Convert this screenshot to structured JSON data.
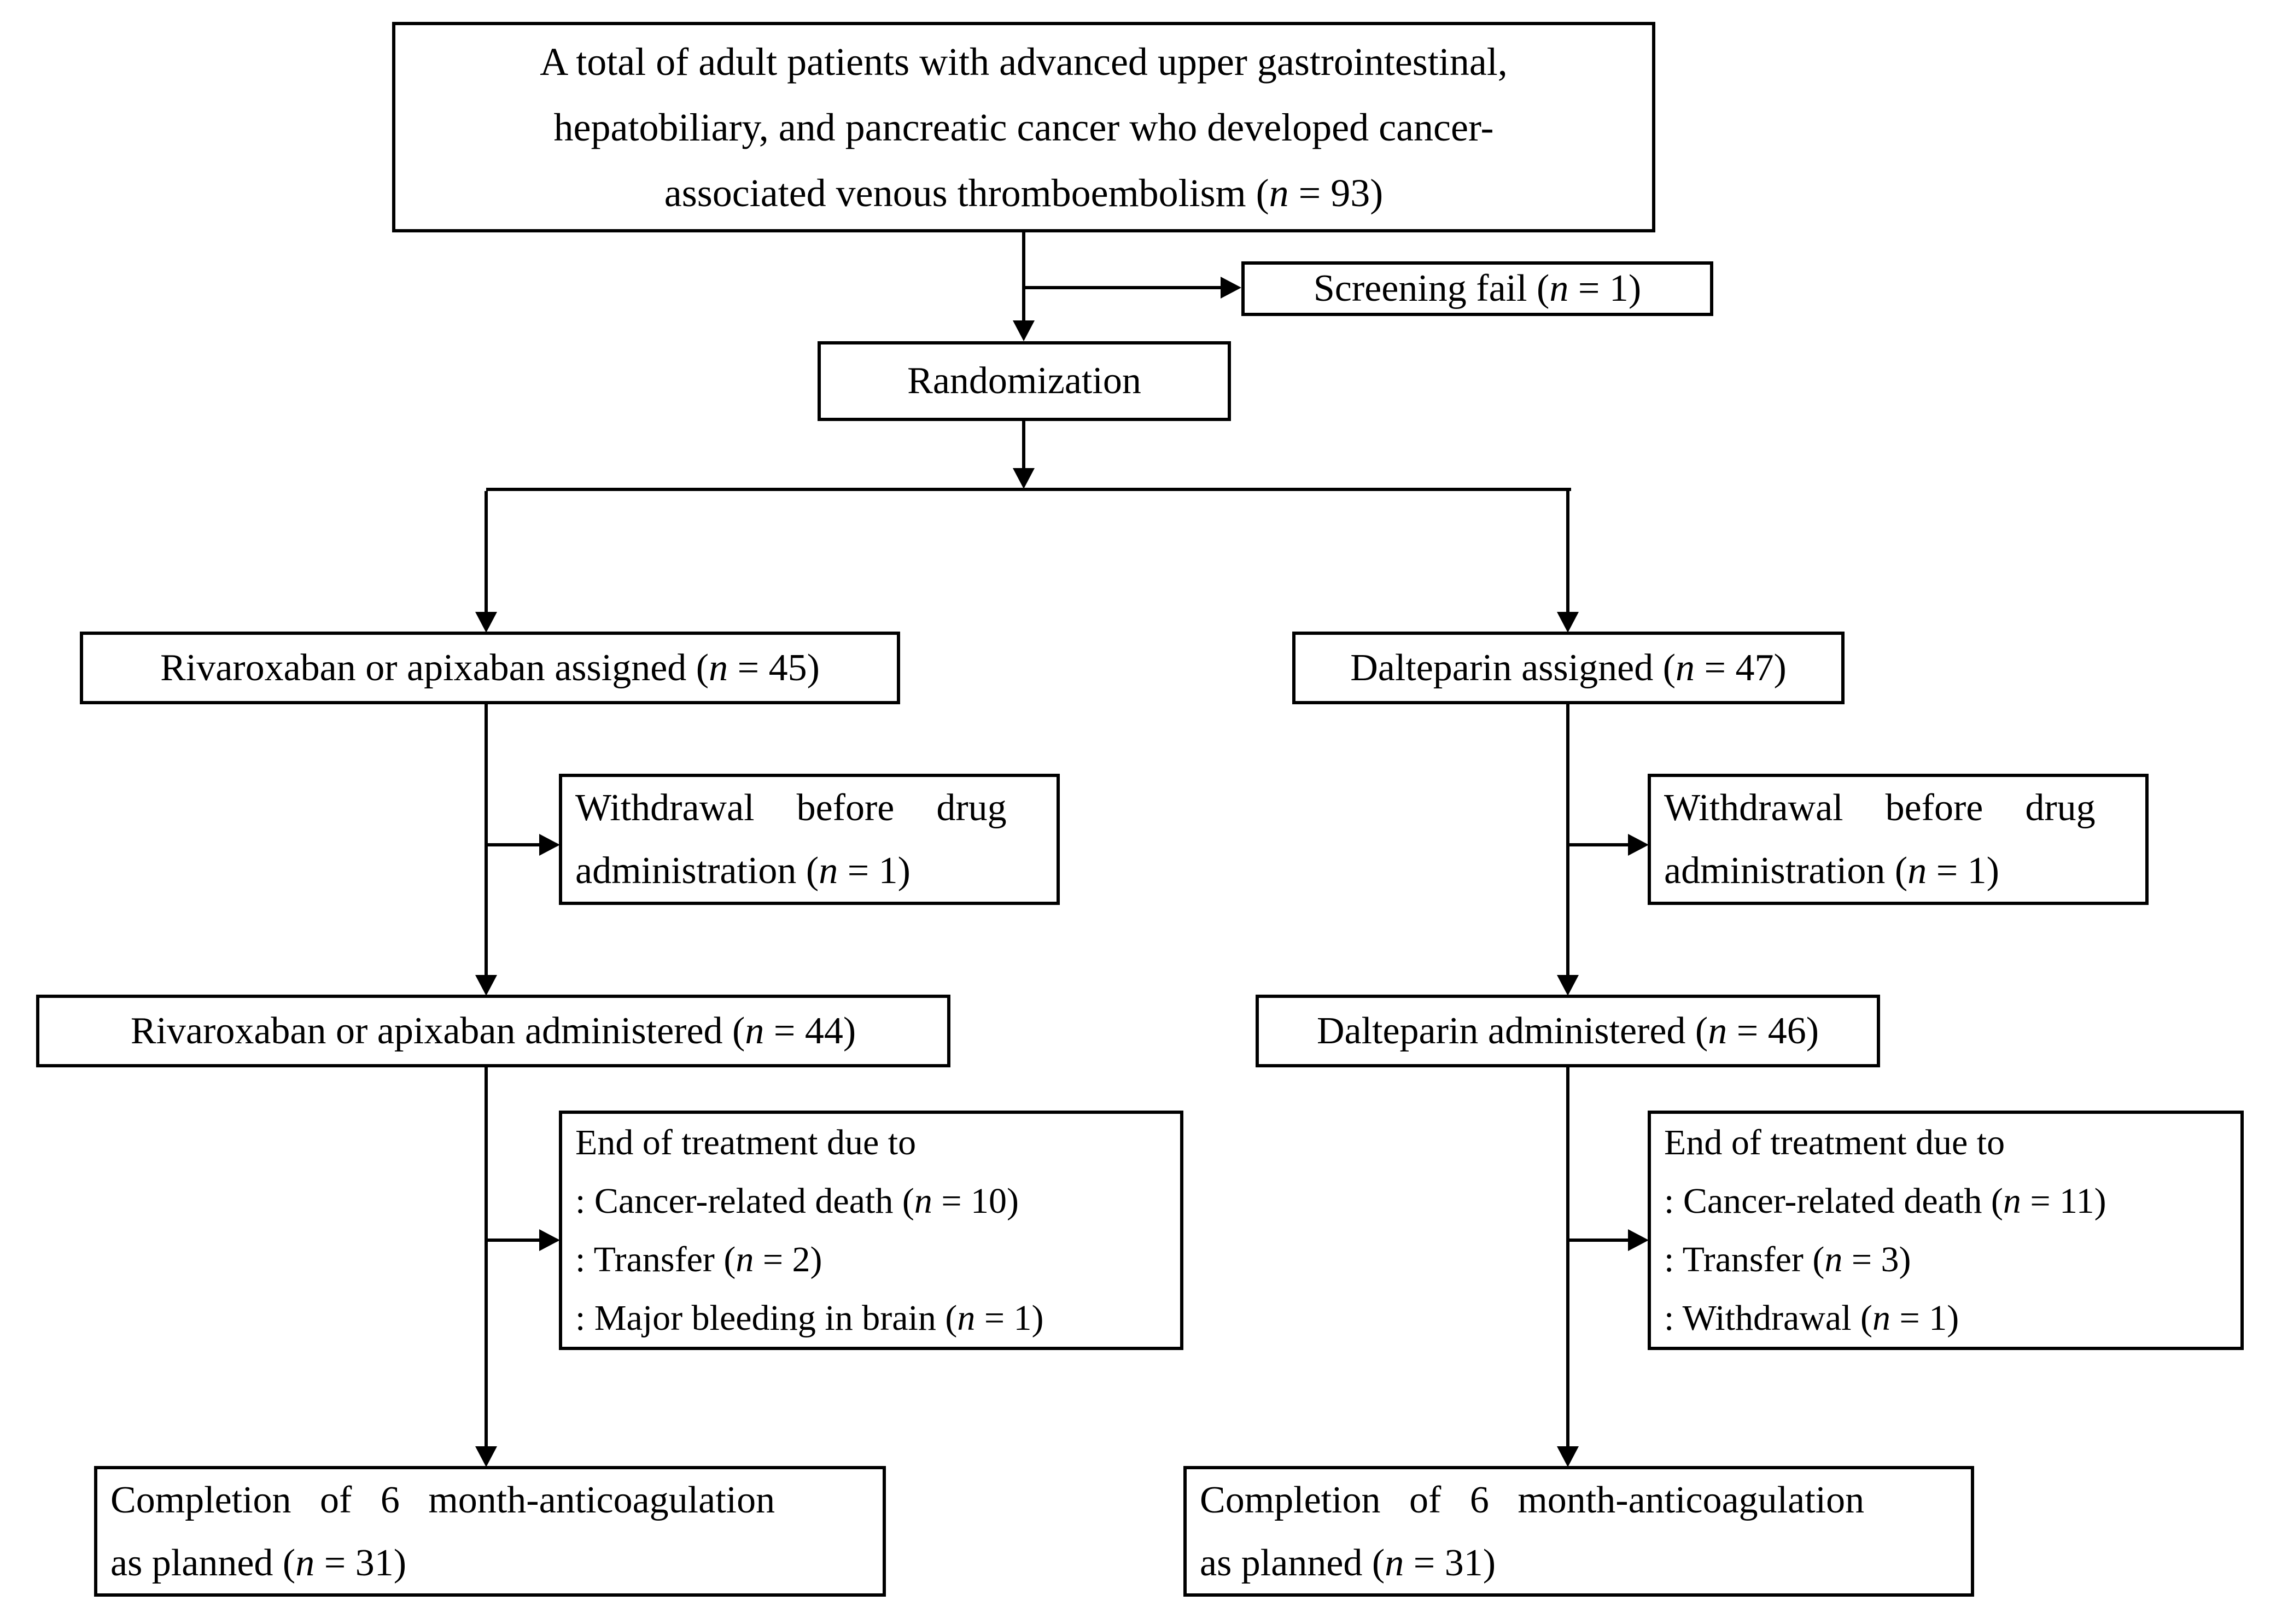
{
  "diagram": {
    "boxes": {
      "total_patients": {
        "segments": [
          {
            "t": "A total of adult patients with advanced upper gastrointestinal,"
          },
          {
            "br": true
          },
          {
            "t": "hepatobiliary, and pancreatic cancer who developed cancer-"
          },
          {
            "br": true
          },
          {
            "t": "associated venous thromboembolism ("
          },
          {
            "t": "n",
            "i": true
          },
          {
            "t": " = 93)"
          }
        ]
      },
      "screening_fail": {
        "segments": [
          {
            "t": "Screening fail ("
          },
          {
            "t": "n",
            "i": true
          },
          {
            "t": " = 1)"
          }
        ]
      },
      "randomization": {
        "segments": [
          {
            "t": "Randomization"
          }
        ]
      },
      "rivaroxaban_assigned": {
        "segments": [
          {
            "t": "Rivaroxaban or apixaban assigned ("
          },
          {
            "t": "n",
            "i": true
          },
          {
            "t": " = 45)"
          }
        ]
      },
      "dalteparin_assigned": {
        "segments": [
          {
            "t": "Dalteparin assigned ("
          },
          {
            "t": "n",
            "i": true
          },
          {
            "t": " = 47)"
          }
        ]
      },
      "withdrawal_left": {
        "segments": [
          {
            "t": "Withdrawal before drug"
          },
          {
            "br": true
          },
          {
            "t": "administration ("
          },
          {
            "t": "n",
            "i": true
          },
          {
            "t": " = 1)"
          }
        ]
      },
      "withdrawal_right": {
        "segments": [
          {
            "t": "Withdrawal before drug"
          },
          {
            "br": true
          },
          {
            "t": "administration ("
          },
          {
            "t": "n",
            "i": true
          },
          {
            "t": " = 1)"
          }
        ]
      },
      "rivaroxaban_administered": {
        "segments": [
          {
            "t": "Rivaroxaban or apixaban administered ("
          },
          {
            "t": "n",
            "i": true
          },
          {
            "t": " = 44)"
          }
        ]
      },
      "dalteparin_administered": {
        "segments": [
          {
            "t": "Dalteparin administered ("
          },
          {
            "t": "n",
            "i": true
          },
          {
            "t": " = 46)"
          }
        ]
      },
      "end_of_treatment_left": {
        "segments": [
          {
            "t": "End of treatment due to"
          },
          {
            "br": true
          },
          {
            "t": ": Cancer-related death ("
          },
          {
            "t": "n",
            "i": true
          },
          {
            "t": " = 10)"
          },
          {
            "br": true
          },
          {
            "t": ": Transfer ("
          },
          {
            "t": "n",
            "i": true
          },
          {
            "t": " = 2)"
          },
          {
            "br": true
          },
          {
            "t": ": Major bleeding in brain ("
          },
          {
            "t": "n",
            "i": true
          },
          {
            "t": " = 1)"
          }
        ]
      },
      "end_of_treatment_right": {
        "segments": [
          {
            "t": "End of treatment due to"
          },
          {
            "br": true
          },
          {
            "t": ": Cancer-related death ("
          },
          {
            "t": "n",
            "i": true
          },
          {
            "t": " = 11)"
          },
          {
            "br": true
          },
          {
            "t": ": Transfer ("
          },
          {
            "t": "n",
            "i": true
          },
          {
            "t": " = 3)"
          },
          {
            "br": true
          },
          {
            "t": ": Withdrawal ("
          },
          {
            "t": "n",
            "i": true
          },
          {
            "t": " = 1)"
          }
        ]
      },
      "completion_left": {
        "segments": [
          {
            "t": "Completion of 6 month-anticoagulation"
          },
          {
            "br": true
          },
          {
            "t": "as planned ("
          },
          {
            "t": "n",
            "i": true
          },
          {
            "t": " = 31)"
          }
        ]
      },
      "completion_right": {
        "segments": [
          {
            "t": "Completion of 6 month-anticoagulation"
          },
          {
            "br": true
          },
          {
            "t": "as planned ("
          },
          {
            "t": "n",
            "i": true
          },
          {
            "t": " = 31)"
          }
        ]
      }
    }
  }
}
